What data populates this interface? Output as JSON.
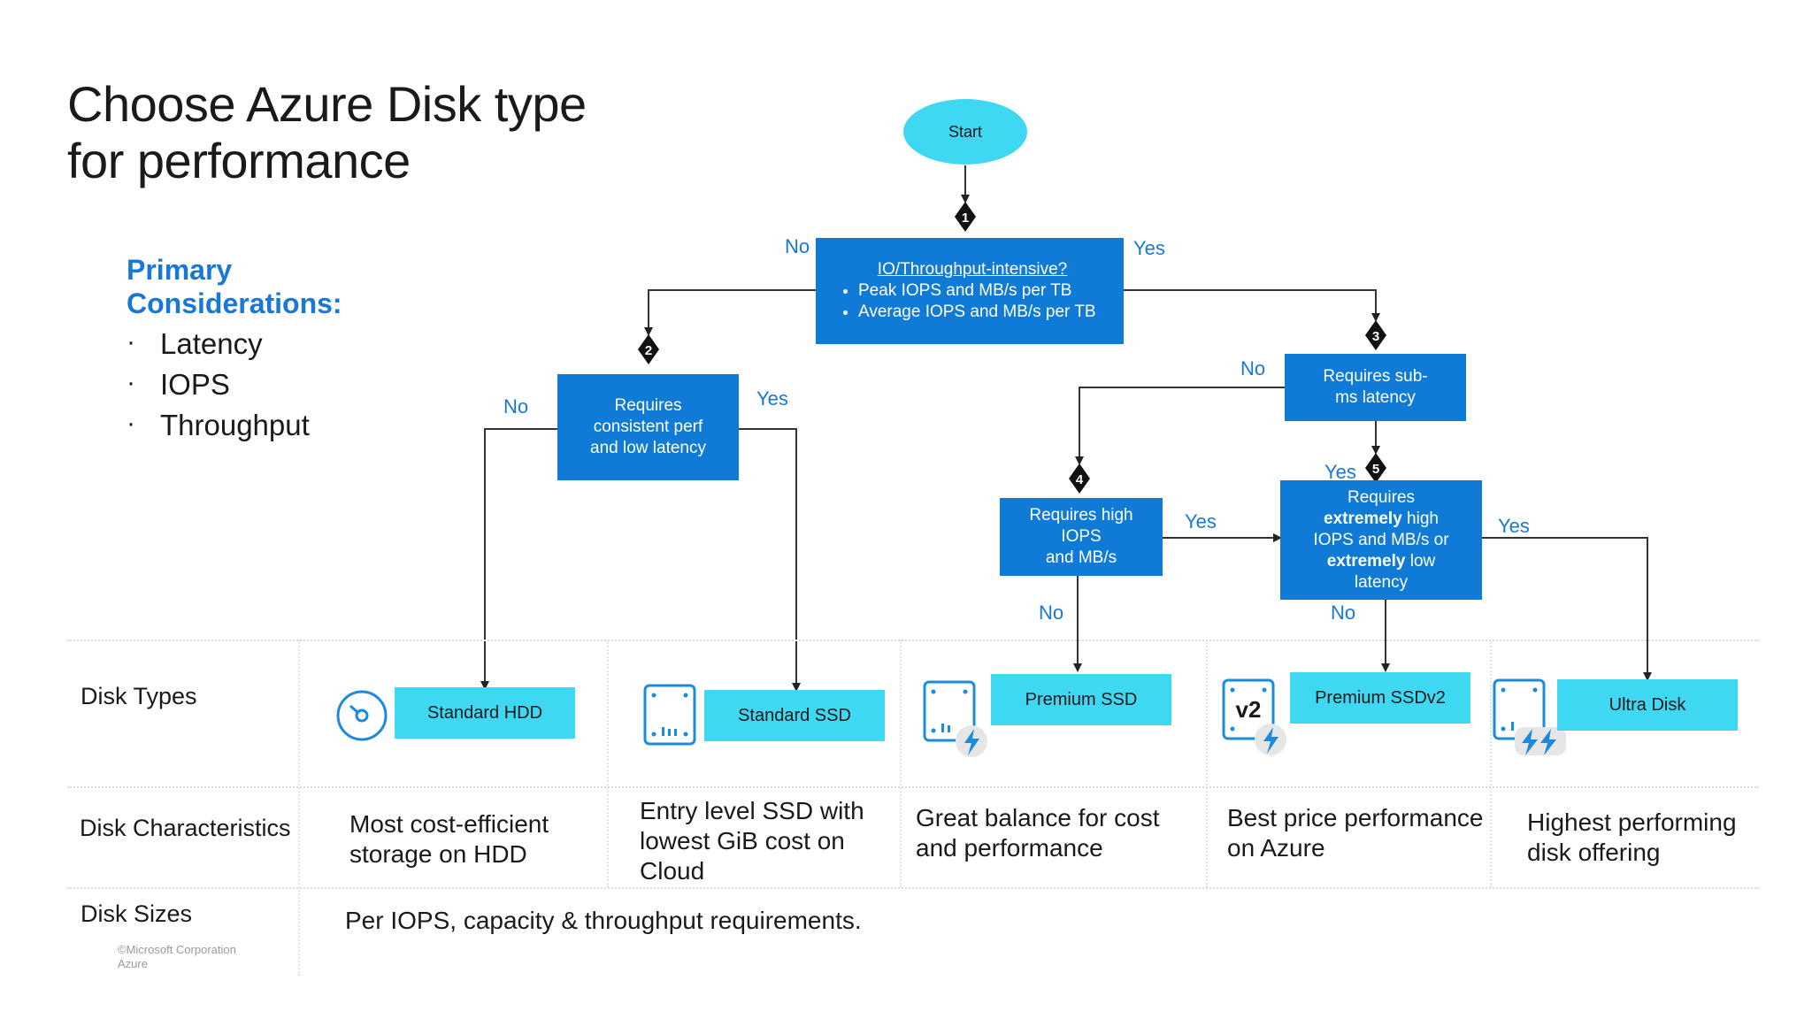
{
  "title_line1": "Choose Azure Disk type",
  "title_line2": "for performance",
  "considerations": {
    "heading_line1": "Primary",
    "heading_line2": "Considerations:",
    "items": [
      "Latency",
      "IOPS",
      "Throughput"
    ]
  },
  "flow": {
    "start": "Start",
    "q1": {
      "heading": "IO/Throughput-intensive?",
      "bullets": [
        "Peak IOPS and MB/s per TB",
        "Average IOPS and MB/s per TB"
      ]
    },
    "q2": "Requires consistent perf and low latency",
    "q3": "Requires sub-ms latency",
    "q4_line1": "Requires high",
    "q4_line2": "IOPS",
    "q4_line3": "and MB/s",
    "q5": {
      "l1": "Requires",
      "l2_bold": "extremely",
      "l2_rest": " high",
      "l3": "IOPS and MB/s or",
      "l4_bold": "extremely",
      "l4_rest": " low",
      "l5": "latency"
    },
    "decision_numbers": [
      "1",
      "2",
      "3",
      "4",
      "5"
    ],
    "labels": {
      "yes": "Yes",
      "no": "No"
    }
  },
  "rows": {
    "types": "Disk Types",
    "characteristics": "Disk Characteristics",
    "sizes": "Disk Sizes"
  },
  "disks": [
    {
      "name": "Standard HDD",
      "icon": "hdd-icon",
      "characteristic": "Most cost-efficient storage on HDD"
    },
    {
      "name": "Standard SSD",
      "icon": "ssd-icon",
      "characteristic": "Entry level SSD with lowest GiB cost on Cloud"
    },
    {
      "name": "Premium SSD",
      "icon": "premium-ssd-icon",
      "characteristic": "Great balance for cost and performance"
    },
    {
      "name": "Premium SSDv2",
      "icon": "premium-ssdv2-icon",
      "characteristic": "Best price performance on Azure"
    },
    {
      "name": "Ultra Disk",
      "icon": "ultra-disk-icon",
      "characteristic": "Highest performing disk offering"
    }
  ],
  "v2_badge": "v2",
  "sizes_text": "Per IOPS, capacity & throughput requirements.",
  "copyright_line1": "©Microsoft Corporation",
  "copyright_line2": "Azure",
  "colors": {
    "box_blue": "#0f7bd6",
    "cyan": "#3fd8f2",
    "label_blue": "#1878d8"
  }
}
